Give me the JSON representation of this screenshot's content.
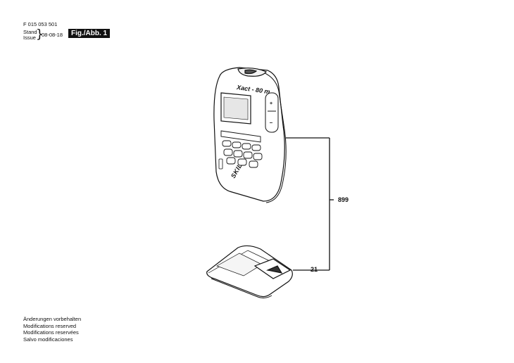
{
  "header": {
    "doc_number": "F 015 053 501",
    "stand_label": "Stand",
    "issue_label": "Issue",
    "date": "08-08-18",
    "figure_label": "Fig./Abb. 1"
  },
  "device": {
    "model_label": "Xact - 80 m",
    "brand": "SKIL"
  },
  "parts": [
    {
      "number": "899"
    },
    {
      "number": "21"
    }
  ],
  "footer": {
    "notes": [
      "Änderungen vorbehalten",
      "Modifications reserved",
      "Modifications reservées",
      "Salvo modificaciones"
    ]
  }
}
